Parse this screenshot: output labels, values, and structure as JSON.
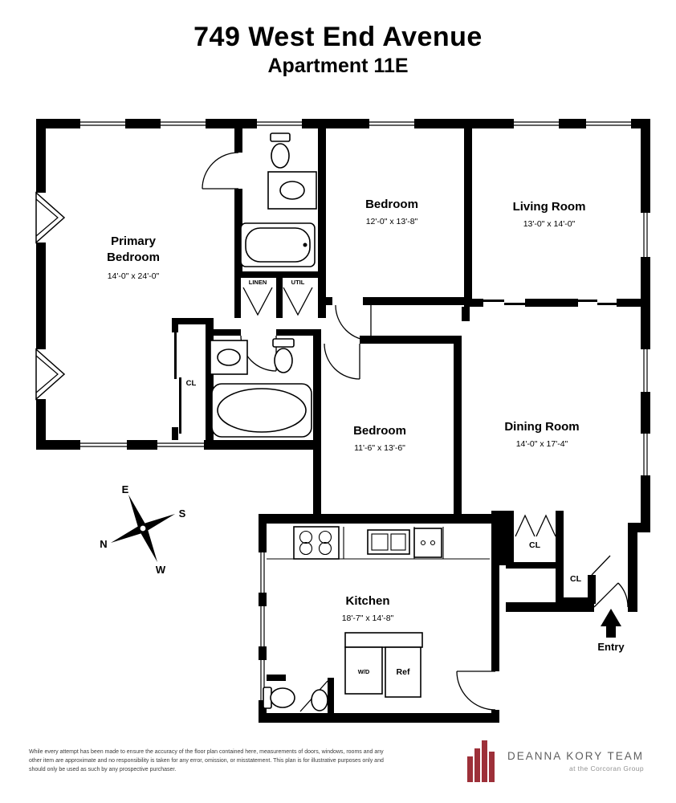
{
  "header": {
    "title": "749 West End Avenue",
    "subtitle": "Apartment 11E"
  },
  "rooms": {
    "primary_bedroom": {
      "name_line1": "Primary",
      "name_line2": "Bedroom",
      "dims": "14'-0\" x 24'-0\""
    },
    "bedroom_top": {
      "name": "Bedroom",
      "dims": "12'-0\" x 13'-8\""
    },
    "living_room": {
      "name": "Living Room",
      "dims": "13'-0\" x 14'-0\""
    },
    "bedroom_mid": {
      "name": "Bedroom",
      "dims": "11'-6\" x 13'-6\""
    },
    "dining_room": {
      "name": "Dining Room",
      "dims": "14'-0\" x 17'-4\""
    },
    "kitchen": {
      "name": "Kitchen",
      "dims": "18'-7\" x 14'-8\""
    }
  },
  "closets": {
    "linen": "LINEN",
    "util": "UTIL",
    "primary": "CL",
    "entry_upper": "CL",
    "entry_lower": "CL"
  },
  "appliances": {
    "washer_dryer": "W/D",
    "refrigerator": "Ref"
  },
  "entry_label": "Entry",
  "compass": {
    "north": "N",
    "east": "E",
    "south": "S",
    "west": "W"
  },
  "footer": {
    "disclaimer": "While every attempt has been made to ensure the accuracy of the floor plan contained here, measurements of doors, windows, rooms and any other item are approximate and no responsibility is taken for any error, omission, or misstatement. This plan is for illustrative purposes only and should only be used as such by any prospective purchaser.",
    "brand_name": "DEANNA KORY TEAM",
    "brand_tagline": "at the Corcoran Group"
  },
  "colors": {
    "wall": "#000000",
    "brand_red": "#9d3039"
  }
}
